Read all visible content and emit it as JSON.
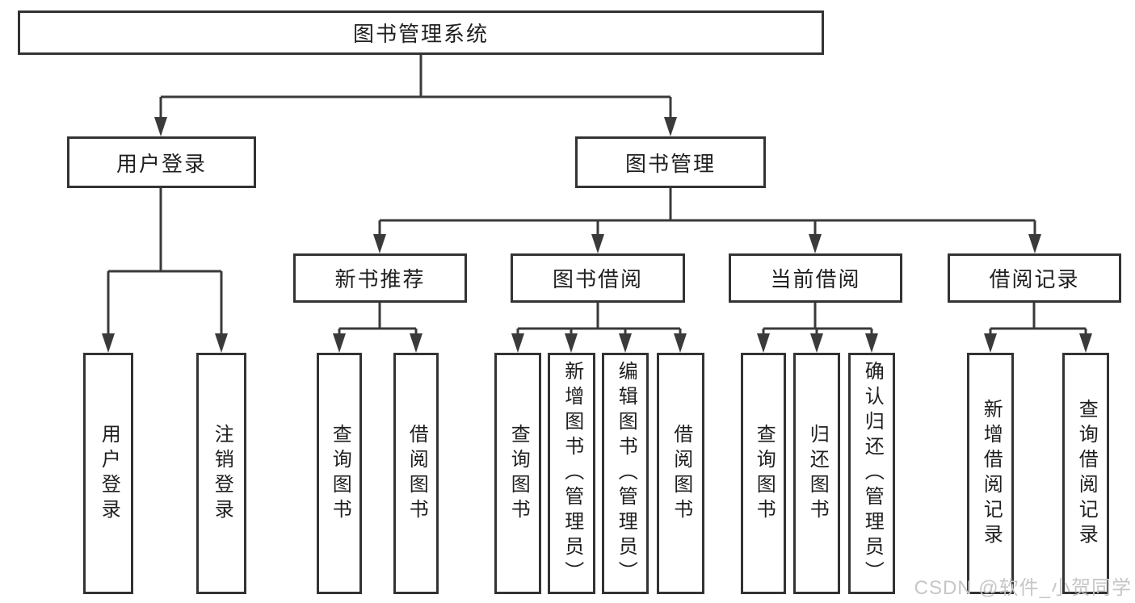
{
  "diagram_type": "hierarchy-tree",
  "tree": {
    "label": "图书管理系统",
    "children": [
      {
        "label": "用户登录",
        "children": [
          {
            "label": "用户登录"
          },
          {
            "label": "注销登录"
          }
        ]
      },
      {
        "label": "图书管理",
        "children": [
          {
            "label": "新书推荐",
            "children": [
              {
                "label": "查询图书"
              },
              {
                "label": "借阅图书"
              }
            ]
          },
          {
            "label": "图书借阅",
            "children": [
              {
                "label": "查询图书"
              },
              {
                "label": "新增图书（管理员）"
              },
              {
                "label": "编辑图书（管理员）"
              },
              {
                "label": "借阅图书"
              }
            ]
          },
          {
            "label": "当前借阅",
            "children": [
              {
                "label": "查询图书"
              },
              {
                "label": "归还图书"
              },
              {
                "label": "确认归还（管理员）"
              }
            ]
          },
          {
            "label": "借阅记录",
            "children": [
              {
                "label": "新增借阅记录"
              },
              {
                "label": "查询借阅记录"
              }
            ]
          }
        ]
      }
    ]
  },
  "watermark": "CSDN @软件_小贺同学",
  "colors": {
    "line": "#3a3a3a",
    "box_border": "#333333",
    "text": "#1f1f1f",
    "background": "#ffffff",
    "watermark": "#c6c6c6"
  }
}
